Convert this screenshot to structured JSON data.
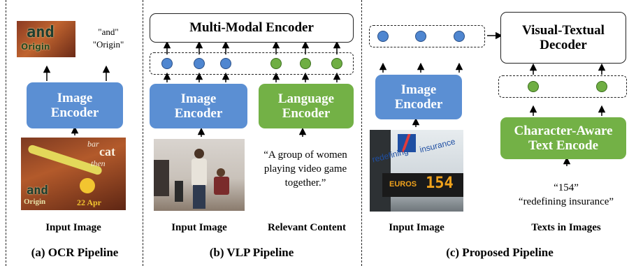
{
  "panel_a": {
    "title": "(a) OCR Pipeline",
    "encoder": [
      "Image",
      "Encoder"
    ],
    "outputs": [
      "\"and\"",
      "\"Origin\""
    ],
    "crop_words": [
      "and",
      "Origin"
    ],
    "image_words": [
      "bar",
      "cat",
      "then",
      "and",
      "Origin",
      "22 Apr"
    ],
    "caption": "Input Image"
  },
  "panel_b": {
    "title": "(b) VLP Pipeline",
    "top": "Multi-Modal Encoder",
    "image_encoder": [
      "Image",
      "Encoder"
    ],
    "language_encoder": [
      "Language",
      "Encoder"
    ],
    "text": [
      "“A group of women",
      "playing video game",
      "together.”"
    ],
    "caption_image": "Input Image",
    "caption_content": "Relevant Content"
  },
  "panel_c": {
    "title": "(c) Proposed Pipeline",
    "decoder": [
      "Visual-Textual",
      "Decoder"
    ],
    "image_encoder": [
      "Image",
      "Encoder"
    ],
    "text_encoder": [
      "Character-Aware",
      "Text Encode"
    ],
    "texts": [
      "“154”",
      "“redefining insurance”"
    ],
    "image_words": [
      "redefining",
      "insurance",
      "EUROS",
      "154"
    ],
    "caption_image": "Input Image",
    "caption_texts": "Texts in Images"
  },
  "colors": {
    "blue": "#5b8fd3",
    "green": "#73b146"
  }
}
